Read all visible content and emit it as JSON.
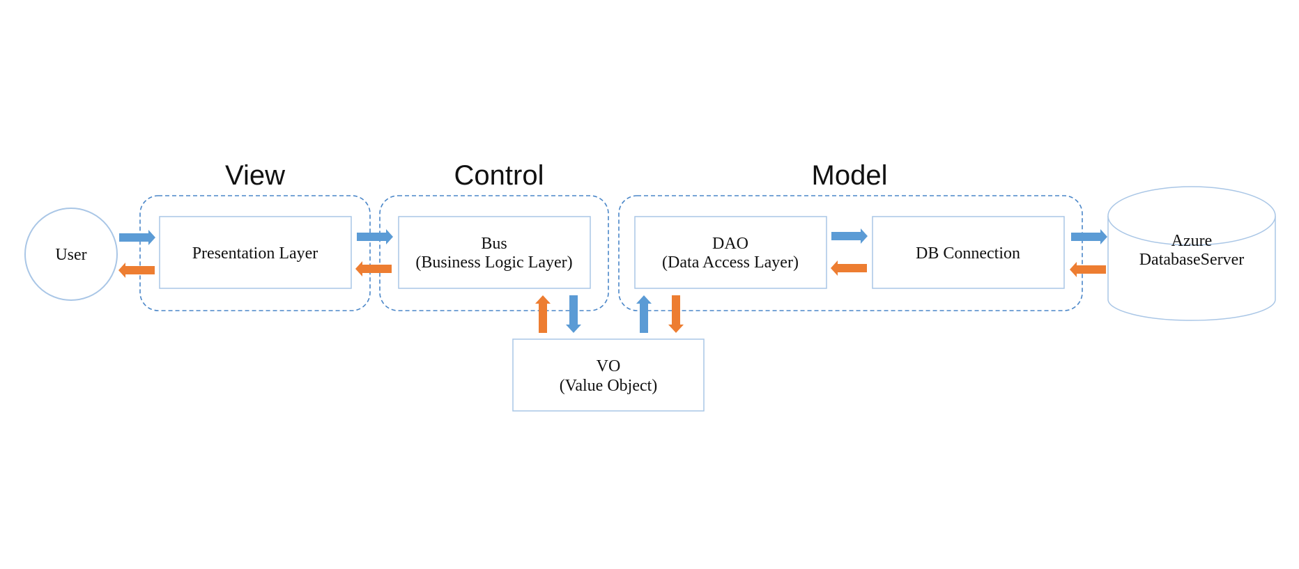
{
  "groups": {
    "view": "View",
    "control": "Control",
    "model": "Model"
  },
  "nodes": {
    "user": "User",
    "presentation": "Presentation Layer",
    "bus_line1": "Bus",
    "bus_line2": "(Business Logic Layer)",
    "dao_line1": "DAO",
    "dao_line2": "(Data Access Layer)",
    "db_connection": "DB Connection",
    "db_line1": "Azure",
    "db_line2": "DatabaseServer",
    "vo_line1": "VO",
    "vo_line2": "(Value Object)"
  },
  "colors": {
    "request_arrow": "#5b9bd5",
    "response_arrow": "#ed7d31",
    "group_border": "#4a86c8",
    "node_border": "#a9c6e6"
  }
}
